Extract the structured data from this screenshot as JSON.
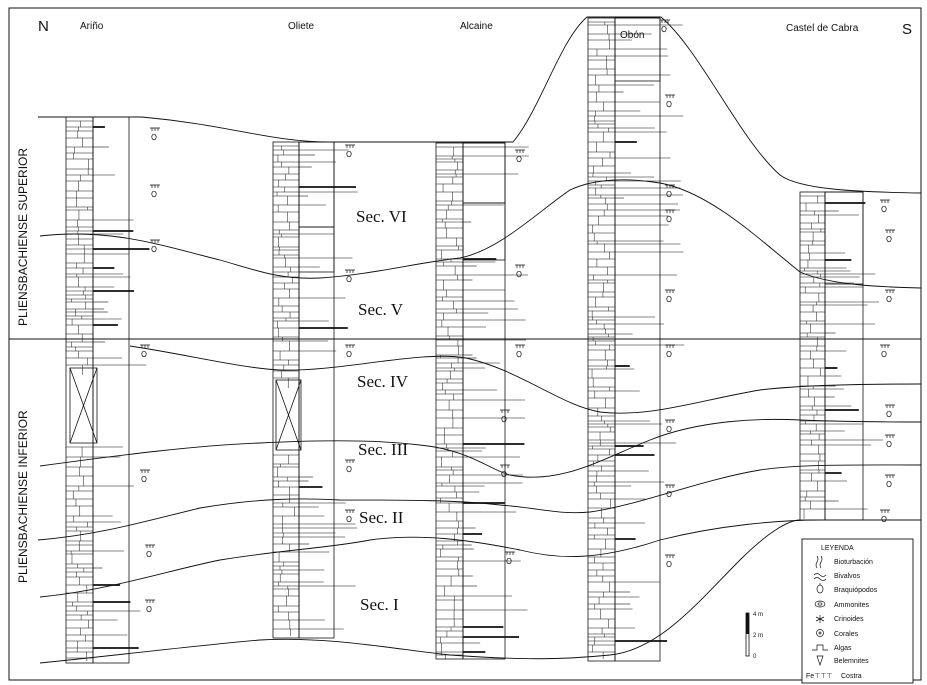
{
  "directions": {
    "north": "N",
    "south": "S"
  },
  "localities": [
    "Ariño",
    "Oliete",
    "Alcaine",
    "Obón",
    "Castel de Cabra"
  ],
  "stages": {
    "upper": "PLIENSBACHIENSE SUPERIOR",
    "lower": "PLIENSBACHIENSE INFERIOR"
  },
  "sequences": [
    "Sec. VI",
    "Sec. V",
    "Sec. IV",
    "Sec. III",
    "Sec. II",
    "Sec. I"
  ],
  "scale": {
    "top": "4 m",
    "mid": "2 m",
    "bottom": "0"
  },
  "legend": {
    "title": "LEYENDA",
    "items": [
      {
        "symbol": "bioturbation-icon",
        "label": "Bioturbación"
      },
      {
        "symbol": "bivalve-icon",
        "label": "Bivalvos"
      },
      {
        "symbol": "brachiopod-icon",
        "label": "Braquiópodos"
      },
      {
        "symbol": "ammonite-icon",
        "label": "Ammonites"
      },
      {
        "symbol": "crinoid-icon",
        "label": "Crinoides"
      },
      {
        "symbol": "coral-icon",
        "label": "Corales"
      },
      {
        "symbol": "algae-icon",
        "label": "Algas"
      },
      {
        "symbol": "belemnite-icon",
        "label": "Belemnites"
      },
      {
        "symbol": "crust-icon",
        "label": "Costra"
      }
    ]
  },
  "annotations": {
    "crust_code": "Fe",
    "crust_full": "Fe⊤⊤⊤"
  },
  "colors": {
    "ink": "#111111",
    "paper": "#ffffff"
  }
}
